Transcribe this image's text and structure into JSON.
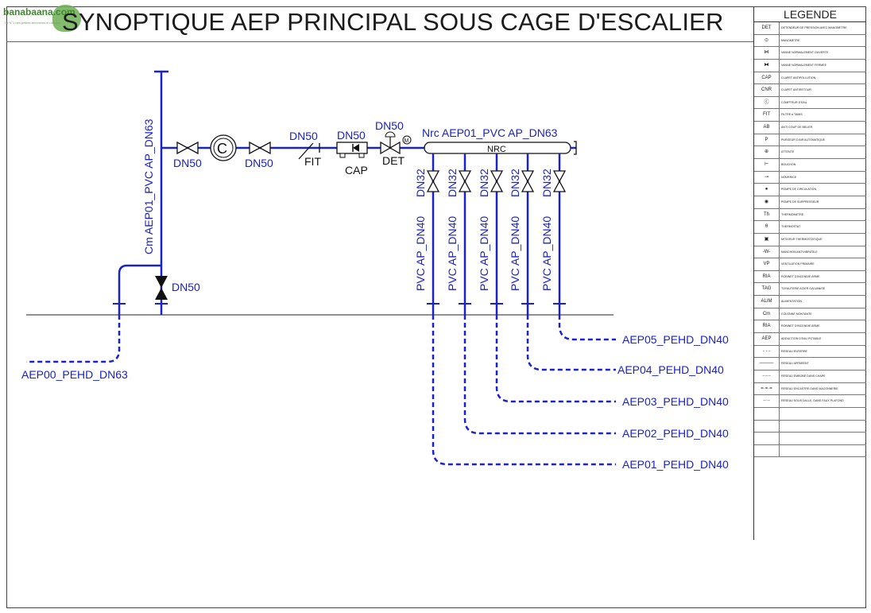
{
  "title": "SYNOPTIQUE AEP PRINCIPAL SOUS CAGE D'ESCALIER",
  "logo": {
    "name": "banabaana.com",
    "tagline": "Le N°1 des petites annonces en Afrique"
  },
  "colors": {
    "pipe": "#1a22c8",
    "text": "#1a22c8",
    "line": "#222222"
  },
  "diagram": {
    "riser_label": "Cm AEP01_PVC AP_DN63",
    "valve1_label": "DN50",
    "valve2_label": "DN50",
    "vertical_valve_label": "DN50",
    "filter_dn": "DN50",
    "filter_label": "FIT",
    "cap_dn": "DN50",
    "cap_label": "CAP",
    "det_dn": "DN50",
    "det_label": "DET",
    "det_m": "M",
    "meter_label": "C",
    "manifold_name": "Nrc AEP01_PVC AP_DN63",
    "manifold_box": "NRC",
    "supply_label": "AEP00_PEHD_DN63",
    "branches": [
      {
        "dn": "DN32",
        "pipe": "PVC AP_DN40",
        "out": "AEP01_PEHD_DN40"
      },
      {
        "dn": "DN32",
        "pipe": "PVC AP_DN40",
        "out": "AEP02_PEHD_DN40"
      },
      {
        "dn": "DN32",
        "pipe": "PVC AP_DN40",
        "out": "AEP03_PEHD_DN40"
      },
      {
        "dn": "DN32",
        "pipe": "PVC AP_DN40",
        "out": "AEP04_PEHD_DN40"
      },
      {
        "dn": "DN32",
        "pipe": "PVC AP_DN40",
        "out": "AEP05_PEHD_DN40"
      }
    ]
  },
  "legend": {
    "title": "LEGENDE",
    "rows": [
      {
        "sym": "DET",
        "text": "DETENDEUR DE PRESSION AVEC MANOMETRE"
      },
      {
        "sym": "⊙",
        "text": "MANOMETRE"
      },
      {
        "sym": "⋈",
        "text": "VANNE NORMALEMENT OUVERTE"
      },
      {
        "sym": "⧓",
        "text": "VANNE NORMALEMENT FERMEE"
      },
      {
        "sym": "CAP",
        "text": "CLAPET ANTIPOLLUTION"
      },
      {
        "sym": "CNR",
        "text": "CLAPET ANTIRETOUR"
      },
      {
        "sym": "ⓒ",
        "text": "COMPTEUR D'EAU"
      },
      {
        "sym": "FIT",
        "text": "FILTRE A TAMIS"
      },
      {
        "sym": "AB",
        "text": "ANTI COUP DE BELIER"
      },
      {
        "sym": "P",
        "text": "PURGEUR D'AIR AUTOMATIQUE"
      },
      {
        "sym": "⊕",
        "text": "ATTENTE"
      },
      {
        "sym": "⊢",
        "text": "BOUCHON"
      },
      {
        "sym": "⊸",
        "text": "NOURRICE"
      },
      {
        "sym": "●",
        "text": "POMPE DE CIRCULATION"
      },
      {
        "sym": "◉",
        "text": "POMPE DE SURPRESSEUR"
      },
      {
        "sym": "Th",
        "text": "THERMOMETRE"
      },
      {
        "sym": "θ",
        "text": "THERMOSTAT"
      },
      {
        "sym": "▣",
        "text": "MITIGEUR THERMOSTATIQUE"
      },
      {
        "sym": "-W-",
        "text": "MANCHON ANTIVIBRATILE"
      },
      {
        "sym": "VP",
        "text": "VENTILATION PRIMAIRE"
      },
      {
        "sym": "RIA",
        "text": "ROBINET D'INCENDIE ARME"
      },
      {
        "sym": "TAG",
        "text": "TUYAUTERIE ACIER GALVANISE"
      },
      {
        "sym": "ALIM",
        "text": "ALIMENTATION"
      },
      {
        "sym": "Cm",
        "text": "COLONNE MONTANTE"
      },
      {
        "sym": "RIA",
        "text": "ROBINET D'INCENDIE ARME"
      },
      {
        "sym": "AEP",
        "text": "ADDUCTION D'EAU POTABLE"
      },
      {
        "sym": "- - -",
        "text": "RESEAU ENTERRE"
      },
      {
        "sym": "———",
        "text": "RESEAU APPARENT"
      },
      {
        "sym": "-·-·-",
        "text": "RESEAU EMBOBE DANS CHAPE"
      },
      {
        "sym": "=·=·=",
        "text": "RESEAU ENCASTRE DANS MACONNERIE"
      },
      {
        "sym": "-··-",
        "text": "RESEAU SOUS DALLE, DANS FAUX PLAFOND"
      },
      {
        "sym": "",
        "text": ""
      },
      {
        "sym": "",
        "text": ""
      },
      {
        "sym": "",
        "text": ""
      },
      {
        "sym": "",
        "text": ""
      }
    ]
  }
}
